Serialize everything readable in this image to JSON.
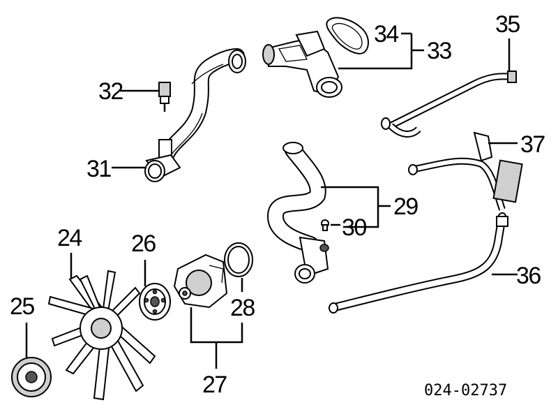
{
  "labels": {
    "p24": "24",
    "p25": "25",
    "p26": "26",
    "p27": "27",
    "p28": "28",
    "p29": "29",
    "p30": "30",
    "p31": "31",
    "p32": "32",
    "p33": "33",
    "p34": "34",
    "p35": "35",
    "p36": "36",
    "p37": "37"
  },
  "diagram_code": "024-02737"
}
